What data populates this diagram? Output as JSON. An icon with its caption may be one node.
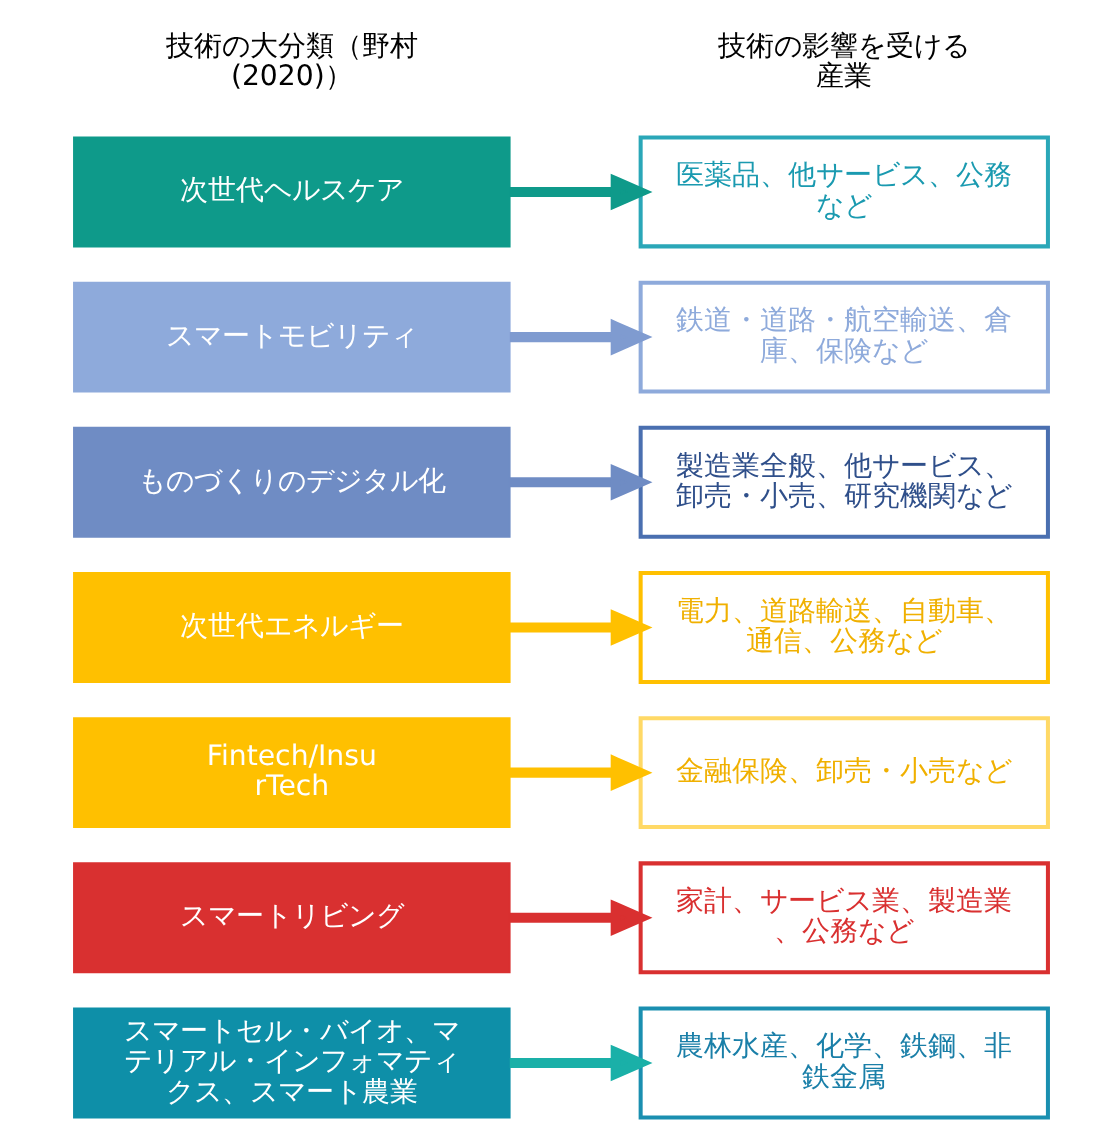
{
  "diagram": {
    "nodes": [
      {
        "text": [
          "次世代ヘルスケア"
        ]
      },
      {
        "text": [
          "スマートモビリティ"
        ]
      },
      {
        "text": [
          "ものづくりのデジタル化"
        ]
      },
      {
        "text": [
          "次世代エネルギー"
        ]
      },
      {
        "text": [
          "Fintech/InsurTech"
        ]
      },
      {
        "text": [
          "スマートリビング"
        ]
      },
      {
        "text": [
          "スマートセル・バイオ、マテリアル・インフォマティクス、スマート農業"
        ]
      },
      {
        "text": [
          "医薬品、他サービス、公務など"
        ]
      },
      {
        "text": [
          "鉄道・道路・航空輸送、倉庫、保険など"
        ]
      },
      {
        "text": [
          "製造業全般、他サービス、卸売・小売、研究機関など"
        ]
      },
      {
        "text": [
          "電力、道路輸送、自動車、通信、公務など"
        ]
      },
      {
        "text": [
          "金融保険、卸売・小売など"
        ]
      },
      {
        "text": [
          "家計、サービス業、製造業、公務など"
        ]
      },
      {
        "text": [
          "農林水産、化学、鉄鋼、非鉄金属"
        ]
      }
    ],
    "edges": [
      {
        "from": 0,
        "to": 7,
        "arrow": "to",
        "color": "#0e9a8a"
      },
      {
        "from": 1,
        "to": 8,
        "arrow": "to",
        "color": "#7f9bd0"
      },
      {
        "from": 2,
        "to": 9,
        "arrow": "to",
        "color": "#6f8cc4"
      },
      {
        "from": 3,
        "to": 10,
        "arrow": "to",
        "color": "#ffc000"
      },
      {
        "from": 4,
        "to": 11,
        "arrow": "to",
        "color": "#ffc000"
      },
      {
        "from": 5,
        "to": 12,
        "arrow": "to",
        "color": "#d93030"
      },
      {
        "from": 6,
        "to": 13,
        "arrow": "to",
        "color": "#1ab0a8"
      }
    ],
    "labels": [
      "技術の大分類（野村(2020)）",
      "技術の影響を受ける産業"
    ]
  }
}
